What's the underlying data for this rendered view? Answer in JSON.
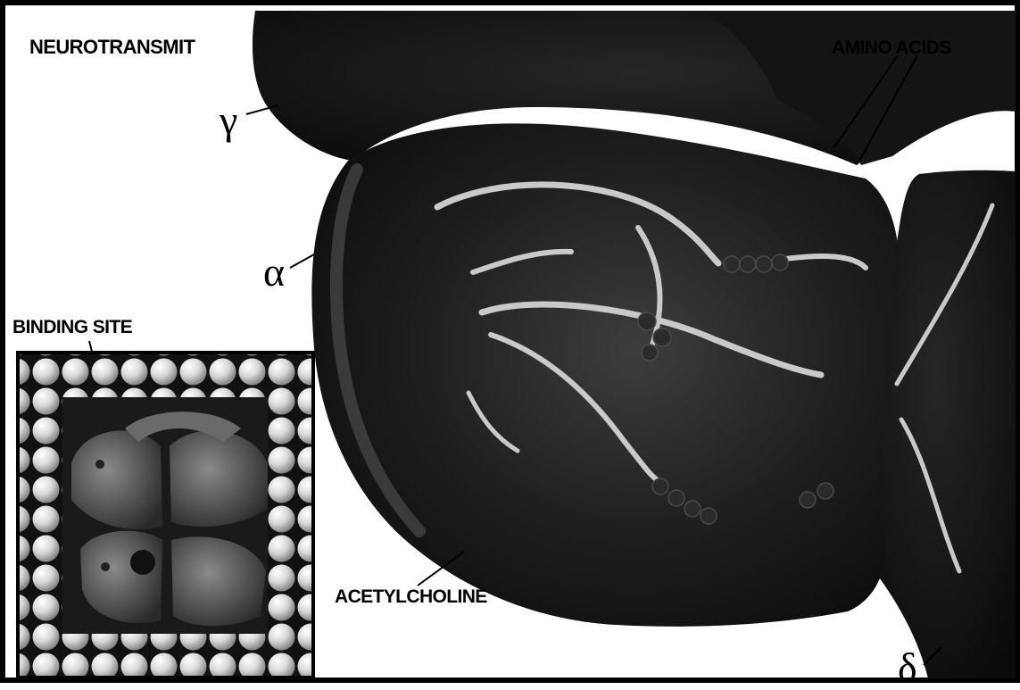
{
  "figure": {
    "title": "NEUROTRANSMIT",
    "labels": {
      "amino_acids": "AMINO ACIDS",
      "binding_site": "BINDING SITE",
      "acetylcholine": "ACETYLCHOLINE"
    },
    "subunits": {
      "gamma": "γ",
      "alpha": "α",
      "delta": "δ"
    },
    "colors": {
      "ink": "#000000",
      "protein_dark": "#161616",
      "protein_mid": "#2e2e2e",
      "highlight": "#c8c8c8",
      "sphere": "#d9d9d9",
      "paper": "#ffffff"
    }
  }
}
